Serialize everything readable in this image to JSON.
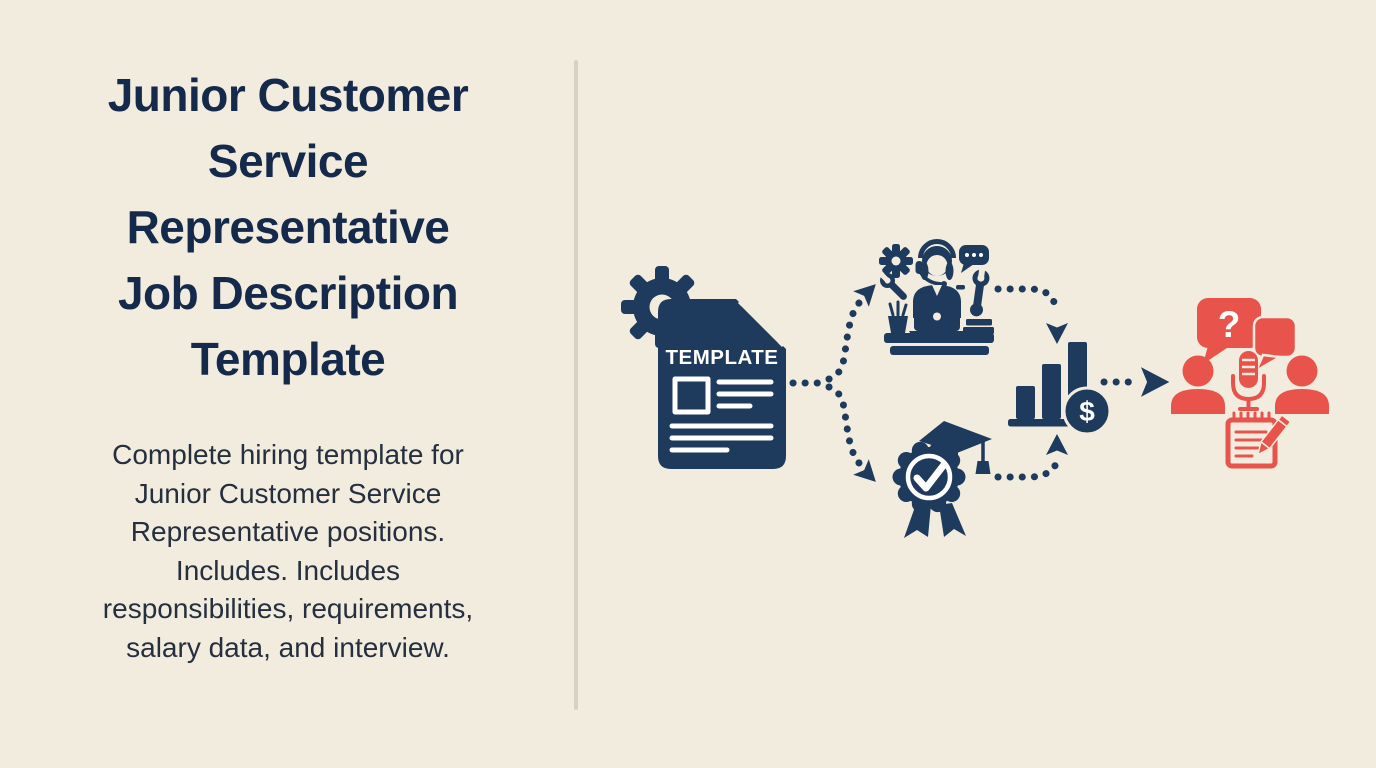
{
  "page": {
    "background_color": "#f2ecdf",
    "divider_color": "#d9d2c1"
  },
  "left_panel": {
    "title": "Junior Customer Service Representative Job Description Template",
    "title_lines": [
      "Junior Customer",
      "Service",
      "Representative",
      "Job Description",
      "Template"
    ],
    "title_color": "#15294b",
    "subtitle": "Complete hiring template for Junior Customer Service Representative positions. Includes. Includes responsibilities, requirements, salary data, and interview.",
    "subtitle_lines": [
      "Complete hiring template for",
      "Junior Customer Service",
      "Representative positions.",
      "Includes. Includes",
      "responsibilities, requirements,",
      "salary data, and interview."
    ],
    "subtitle_color": "#252f3d"
  },
  "diagram": {
    "accent_navy": "#1e3a5c",
    "accent_red": "#e8534b",
    "template_doc": {
      "icon": "template-document-icon",
      "label": "TEMPLATE"
    },
    "nodes": [
      {
        "icon": "gear-icon"
      },
      {
        "icon": "support-agent-desk-icon"
      },
      {
        "icon": "graduation-badge-icon"
      },
      {
        "icon": "salary-bar-chart-icon",
        "badge_symbol": "$"
      },
      {
        "icon": "interview-discussion-icon",
        "bubble_symbol": "?"
      }
    ],
    "connectors": "dotted-arrows"
  }
}
